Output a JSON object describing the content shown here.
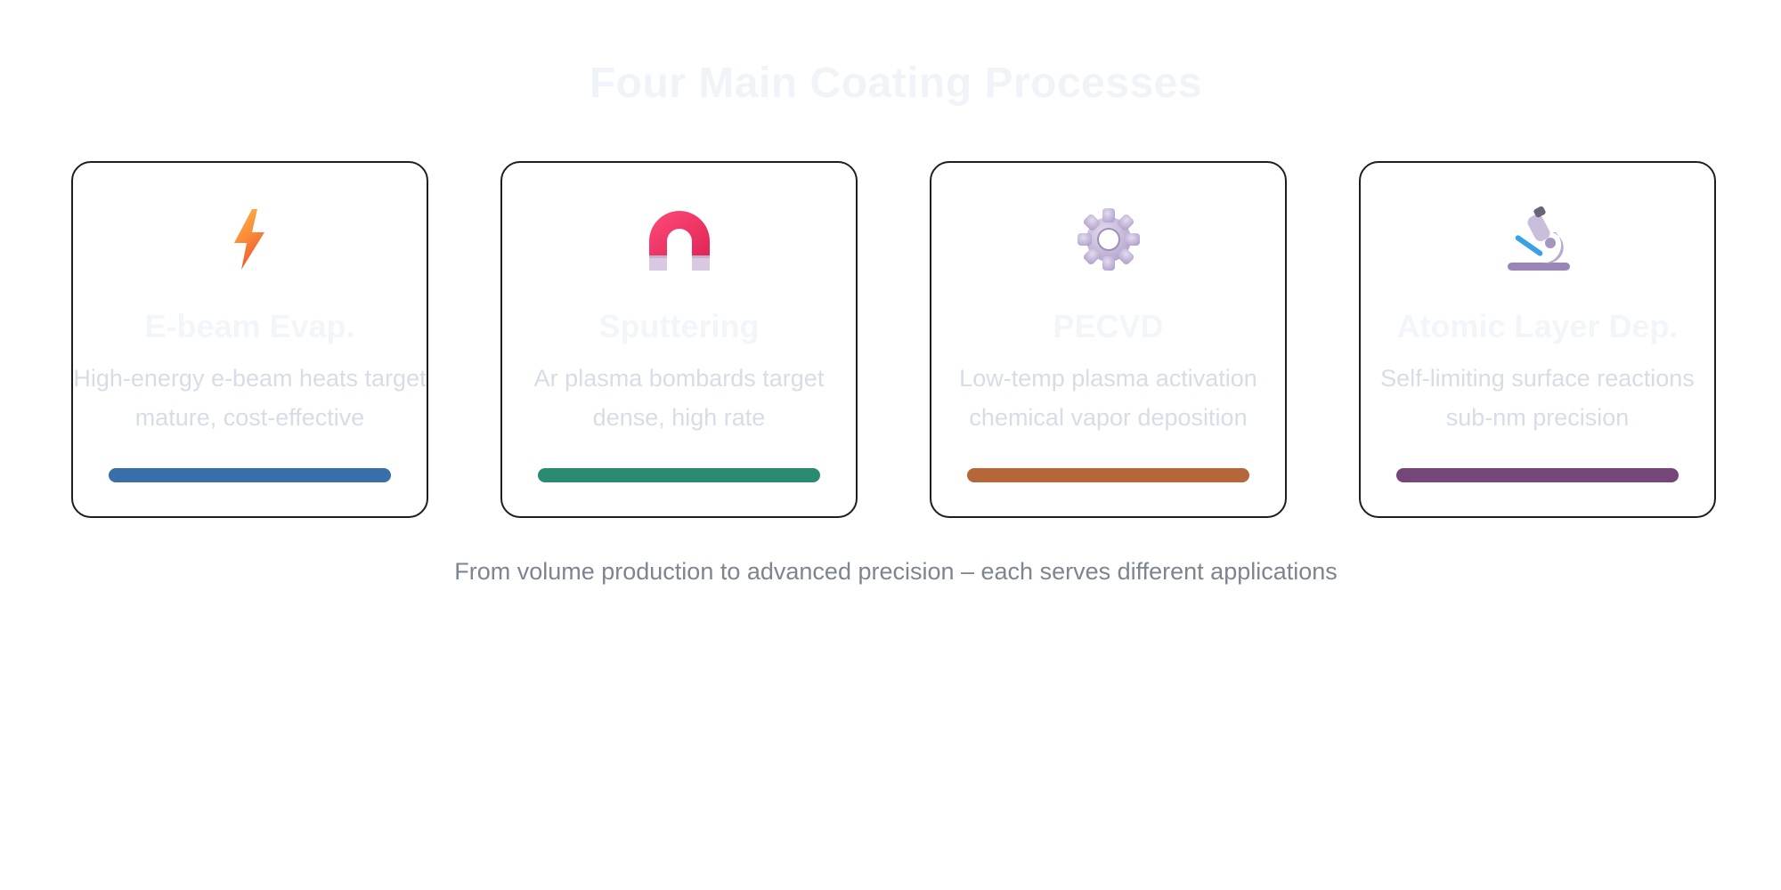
{
  "title": "Four Main Coating Processes",
  "cards": [
    {
      "icon": "lightning-icon",
      "title": "E-beam Evap.",
      "line1": "High-energy e-beam heats target",
      "line2": "mature, cost-effective",
      "accent": "#3a6ea8"
    },
    {
      "icon": "magnet-icon",
      "title": "Sputtering",
      "line1": "Ar plasma bombards target",
      "line2": "dense, high rate",
      "accent": "#2a8a72"
    },
    {
      "icon": "gear-icon",
      "title": "PECVD",
      "line1": "Low-temp plasma activation",
      "line2": "chemical vapor deposition",
      "accent": "#b5673a"
    },
    {
      "icon": "microscope-icon",
      "title": "Atomic Layer Dep.",
      "line1": "Self-limiting surface reactions",
      "line2": "sub-nm precision",
      "accent": "#74467a"
    }
  ],
  "caption": "From volume production to advanced precision – each serves different applications"
}
